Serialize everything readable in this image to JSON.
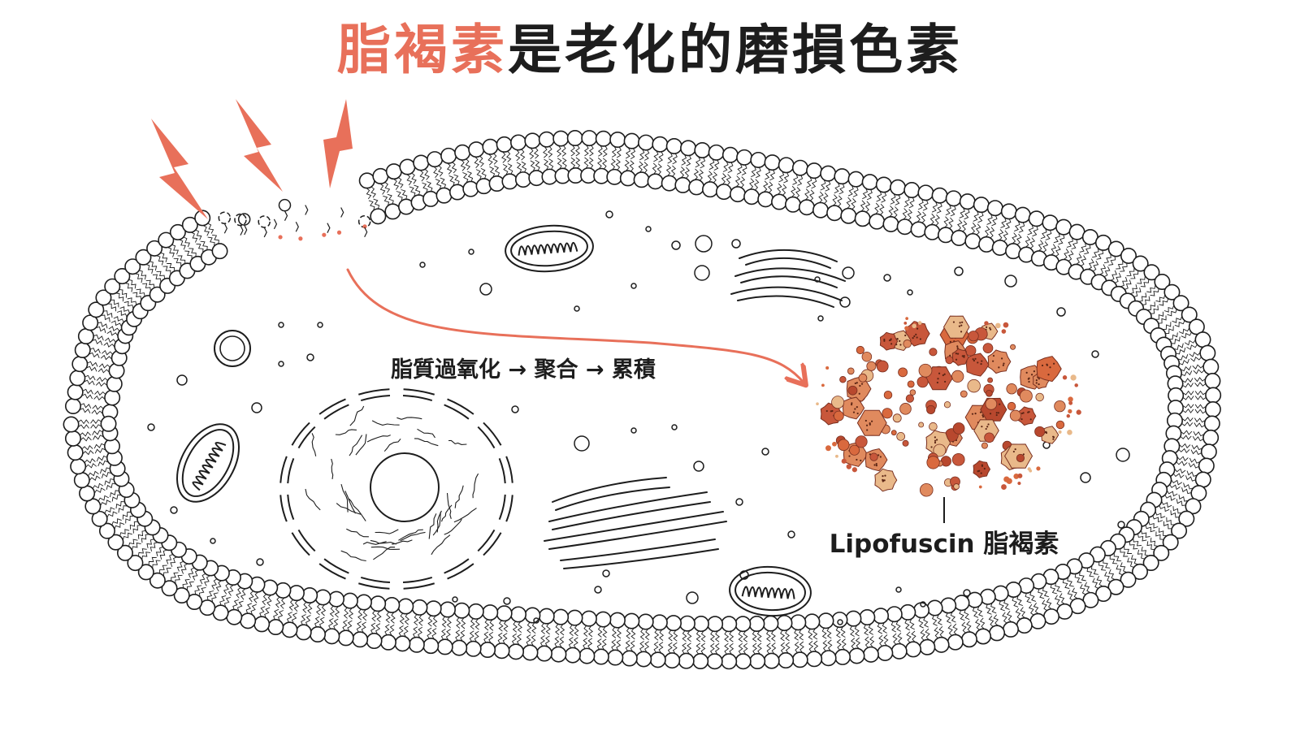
{
  "title": {
    "highlight": "脂褐素",
    "rest": "是老化的磨損色素"
  },
  "process_label": "脂質過氧化 → 聚合 → 累積",
  "lipofuscin_label": "Lipofuscin 脂褐素",
  "colors": {
    "accent": "#E8705A",
    "ink": "#1d1d1d",
    "granule_dark": "#C8573B",
    "granule_mid": "#D9693E",
    "granule_light": "#E9B98A"
  },
  "icons": [
    "lightning-bolt-icon",
    "lightning-bolt-icon",
    "lightning-bolt-icon"
  ]
}
